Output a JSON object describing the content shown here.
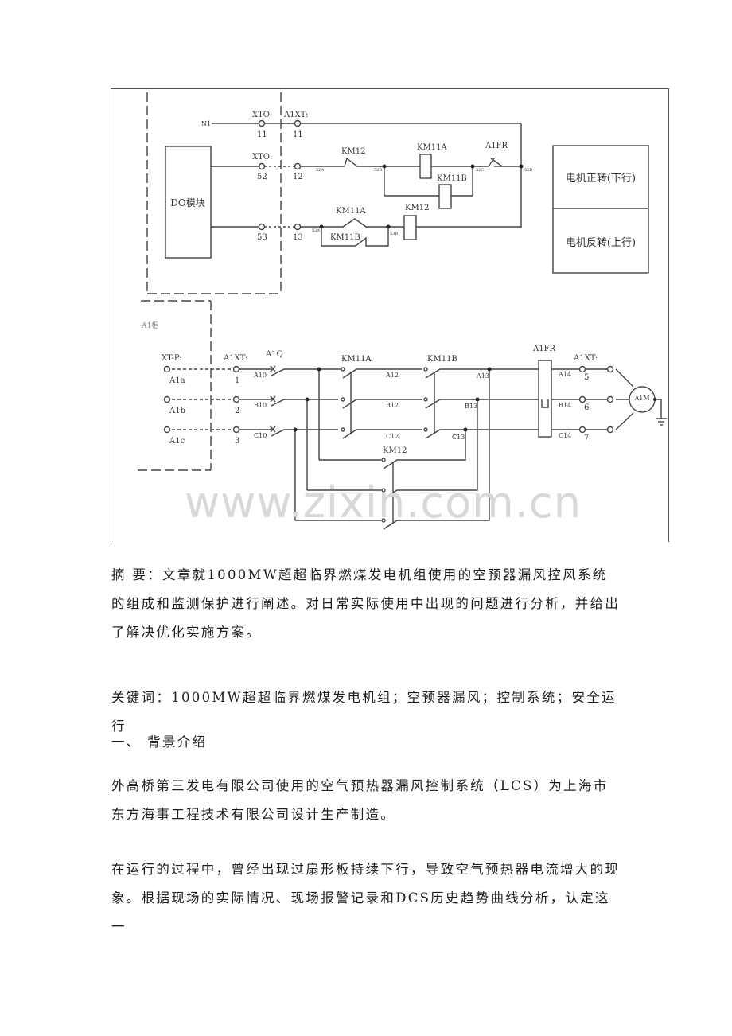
{
  "figure": {
    "watermark": "www.zixin.com.cn",
    "labels": {
      "n1": "N1",
      "xto_top": "XTO:",
      "a1xt_top": "A1XT:",
      "t11a": "11",
      "t11b": "11",
      "xto_mid": "XTO:",
      "t52": "52",
      "t12": "12",
      "t53": "53",
      "t13": "13",
      "do_module": "DO模块",
      "km12_ctrl": "KM12",
      "km11a_coil": "KM11A",
      "km11b_coil": "KM11B",
      "a1fr_ctrl": "A1FR",
      "km11a_ctrl": "KM11A",
      "km11b_ctrl": "KM11B",
      "km12_coil": "KM12",
      "n52a": "52A",
      "n52b": "52B",
      "n52c": "52C",
      "n52d": "52D",
      "n53a": "53A",
      "n53b": "53B",
      "motor_fwd": "电机正转(下行)",
      "motor_rev": "电机反转(上行)",
      "cabinet": "A1柜",
      "xtp": "XT-P:",
      "a1xt_pwr": "A1XT:",
      "a1q": "A1Q",
      "a1a": "A1a",
      "a1b": "A1b",
      "a1c": "A1c",
      "p1": "1",
      "p2": "2",
      "p3": "3",
      "a10": "A10",
      "b10": "B10",
      "c10": "C10",
      "km11a_pwr": "KM11A",
      "km11b_pwr": "KM11B",
      "a12": "A12",
      "b12": "B12",
      "c12": "C12",
      "a13": "A13",
      "b13": "B13",
      "c13": "C13",
      "a1fr_pwr": "A1FR",
      "a1xt_out": "A1XT:",
      "a14": "A14",
      "b14": "B14",
      "c14": "C14",
      "o5": "5",
      "o6": "6",
      "o7": "7",
      "motor": "A1M",
      "motor_sym": "~",
      "km12_pwr": "KM12"
    }
  },
  "document": {
    "abstract": "摘 要：文章就1000MW超超临界燃煤发电机组使用的空预器漏风控风系统的组成和监测保护进行阐述。对日常实际使用中出现的问题进行分析，并给出了解决优化实施方案。",
    "keywords": "关键词：1000MW超超临界燃煤发电机组；空预器漏风；控制系统；安全运行",
    "section1_title": "一、 背景介绍",
    "para1": "外高桥第三发电有限公司使用的空气预热器漏风控制系统（LCS）为上海市东方海事工程技术有限公司设计生产制造。",
    "para2": "在运行的过程中，曾经出现过扇形板持续下行，导致空气预热器电流增大的现象。根据现场的实际情况、现场报警记录和DCS历史趋势曲线分析，认定这一"
  }
}
